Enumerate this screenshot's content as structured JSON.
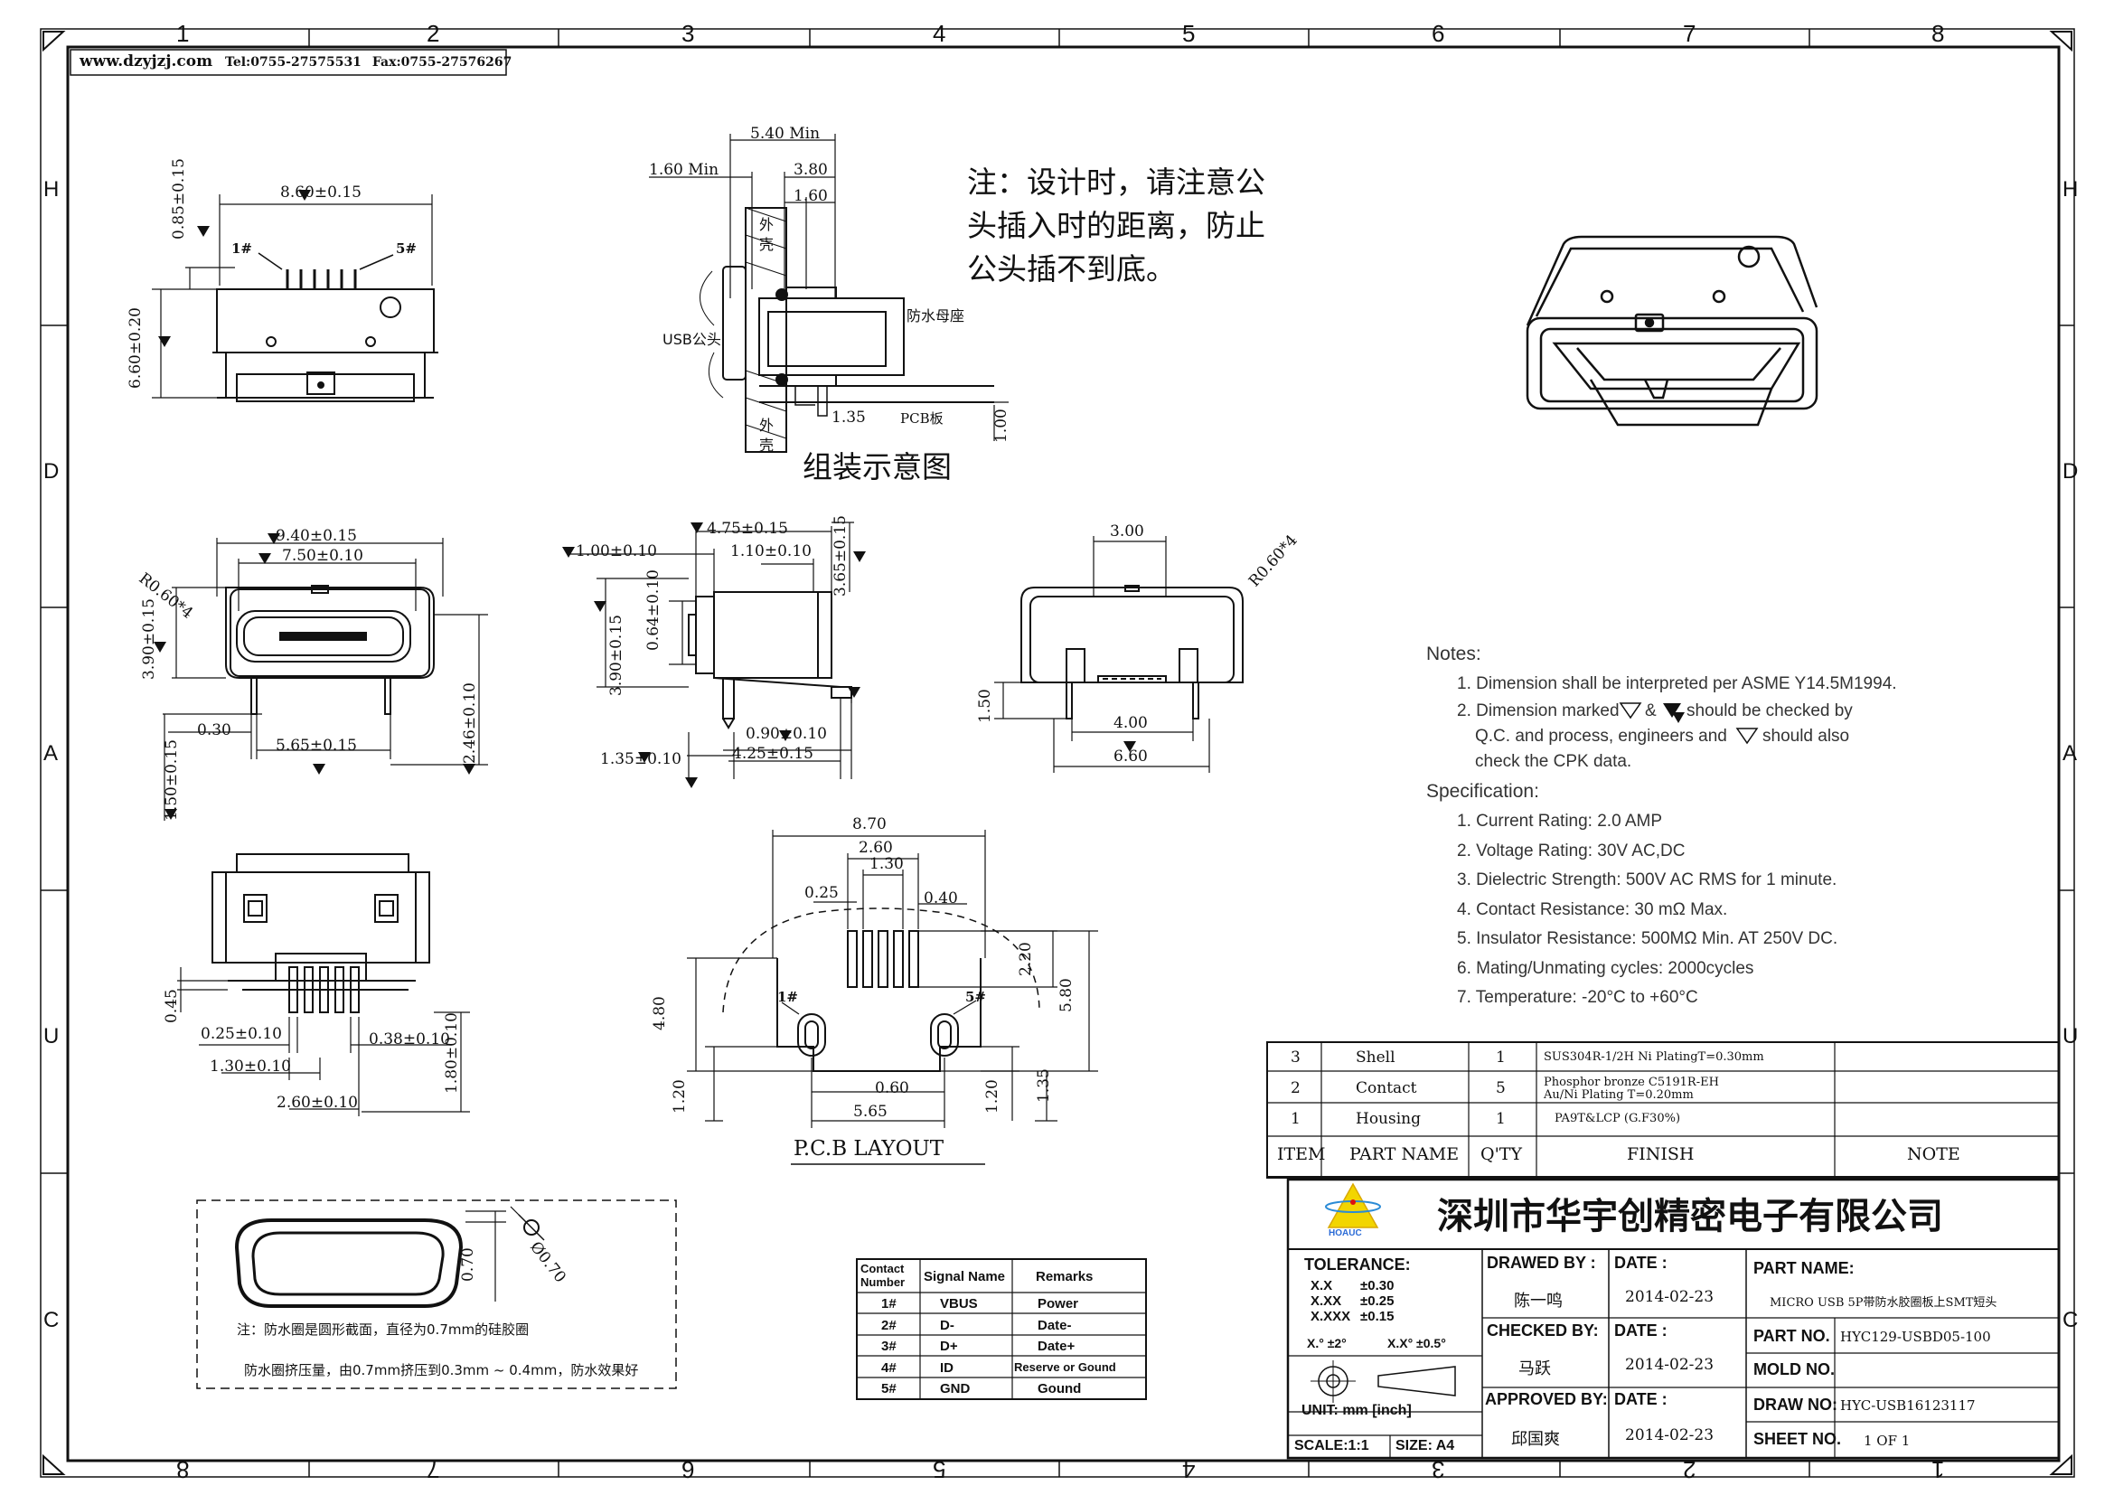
{
  "header": {
    "website": "www.dzyjzj.com",
    "tel": "Tel:0755-27575531",
    "fax": "Fax:0755-27576267"
  },
  "grid": {
    "cols_top": [
      "1",
      "2",
      "3",
      "4",
      "5",
      "6",
      "7",
      "8"
    ],
    "cols_bottom": [
      "8",
      "7",
      "6",
      "5",
      "4",
      "3",
      "2",
      "1"
    ],
    "rows": [
      "H",
      "D",
      "A",
      "U",
      "C"
    ]
  },
  "annotations": {
    "design_note_lines": [
      "注：设计时，请注意公",
      "头插入时的距离，防止",
      "公头插不到底。"
    ],
    "assembly_title": "组装示意图",
    "usb_male": "USB公头",
    "waterproof_socket": "防水母座",
    "pcb_board": "PCB板",
    "shell_top": "外壳",
    "shell_bottom": "外壳",
    "pcb_layout_title": "P.C.B LAYOUT",
    "seal_note1": "注：防水圈是圆形截面，直径为0.7mm的硅胶圈",
    "seal_note2": "防水圈挤压量，由0.7mm挤压到0.3mm ~ 0.4mm，防水效果好",
    "pin1": "1#",
    "pin5": "5#"
  },
  "dimensions": {
    "top_view": [
      "8.60±0.15",
      "0.85±0.15",
      "6.60±0.20"
    ],
    "assembly": [
      "5.40 Min",
      "1.60 Min",
      "3.80",
      "1.60",
      "1.35",
      "1.00"
    ],
    "front_view": [
      "9.40±0.15",
      "7.50±0.10",
      "R0.60*4",
      "3.90±0.15",
      "0.30",
      "5.65±0.15",
      "2.46±0.10",
      "1.50±0.15"
    ],
    "side_view": [
      "4.75±0.15",
      "1.00±0.10",
      "1.10±0.10",
      "3.65±0.15",
      "3.90±0.15",
      "0.64±0.10",
      "0.90±0.10",
      "1.35±0.10",
      "4.25±0.15"
    ],
    "rear_view": [
      "3.00",
      "R0.60*4",
      "1.50",
      "4.00",
      "6.60"
    ],
    "bottom_view": [
      "0.45",
      "0.25±0.10",
      "0.38±0.10",
      "1.30±0.10",
      "1.80±0.10",
      "2.60±0.10"
    ],
    "pcb_layout": [
      "8.70",
      "2.60",
      "1.30",
      "0.25",
      "0.40",
      "2.20",
      "4.80",
      "5.80",
      "1.20",
      "0.60",
      "1.20",
      "1.35",
      "5.65"
    ],
    "seal": [
      "0.70",
      "Ø0.70"
    ]
  },
  "notes": {
    "title": "Notes:",
    "items": [
      "1. Dimension shall be interpreted per ASME Y14.5M1994.",
      "2. Dimension marked",
      "&",
      "should be checked by",
      "Q.C. and process, engineers and",
      "should also",
      "check the CPK data."
    ],
    "spec_title": "Specification:",
    "spec": [
      "1. Current Rating: 2.0 AMP",
      "2. Voltage Rating: 30V AC,DC",
      "3. Dielectric Strength: 500V AC RMS for 1 minute.",
      "4. Contact Resistance: 30 mΩ Max.",
      "5. Insulator Resistance: 500MΩ Min. AT 250V DC.",
      "6. Mating/Unmating cycles: 2000cycles",
      "7. Temperature: -20°C to +60°C"
    ]
  },
  "bom": {
    "headers": [
      "ITEM",
      "PART  NAME",
      "Q'TY",
      "FINISH",
      "NOTE"
    ],
    "rows": [
      {
        "item": "3",
        "name": "Shell",
        "qty": "1",
        "finish": "SUS304R-1/2H  Ni  PlatingT=0.30mm",
        "finish2": ""
      },
      {
        "item": "2",
        "name": "Contact",
        "qty": "5",
        "finish": "Phosphor bronze C5191R-EH",
        "finish2": "Au/Ni  Plating  T=0.20mm"
      },
      {
        "item": "1",
        "name": "Housing",
        "qty": "1",
        "finish": "PA9T&LCP (G.F30%)",
        "finish2": ""
      }
    ]
  },
  "signal_table": {
    "headers": [
      "Contact Number",
      "Signal Name",
      "Remarks"
    ],
    "rows": [
      {
        "num": "1#",
        "signal": "VBUS",
        "remark": "Power"
      },
      {
        "num": "2#",
        "signal": "D-",
        "remark": "Date-"
      },
      {
        "num": "3#",
        "signal": "D+",
        "remark": "Date+"
      },
      {
        "num": "4#",
        "signal": "ID",
        "remark": "Reserve or Gound"
      },
      {
        "num": "5#",
        "signal": "GND",
        "remark": "Gound"
      }
    ]
  },
  "title_block": {
    "company": "深圳市华宇创精密电子有限公司",
    "logo_text": "HOAUC",
    "tolerance_label": "TOLERANCE:",
    "tol": [
      "X.X",
      "±0.30",
      "X.XX",
      "±0.25",
      "X.XXX",
      "±0.15"
    ],
    "angle1": "X.° ±2°",
    "angle2": "X.X° ±0.5°",
    "unit": "UNIT:  mm [inch]",
    "scale": "SCALE:1:1",
    "size": "SIZE: A4",
    "drawn_by_label": "DRAWED BY :",
    "drawn_by": "陈一鸣",
    "checked_by_label": "CHECKED BY:",
    "checked_by": "马跃",
    "approved_by_label": "APPROVED BY:",
    "approved_by": "邱国爽",
    "date_label": "DATE :",
    "date1": "2014-02-23",
    "date2": "2014-02-23",
    "date3": "2014-02-23",
    "part_name_label": "PART NAME:",
    "part_name": "MICRO USB 5P带防水胶圈板上SMT短头",
    "part_no_label": "PART NO.",
    "part_no": "HYC129-USBD05-100",
    "mold_no_label": "MOLD NO.",
    "mold_no": "",
    "draw_no_label": "DRAW NO:",
    "draw_no": "HYC-USB16123117",
    "sheet_no_label": "SHEET NO.",
    "sheet_no": "1 OF 1"
  }
}
